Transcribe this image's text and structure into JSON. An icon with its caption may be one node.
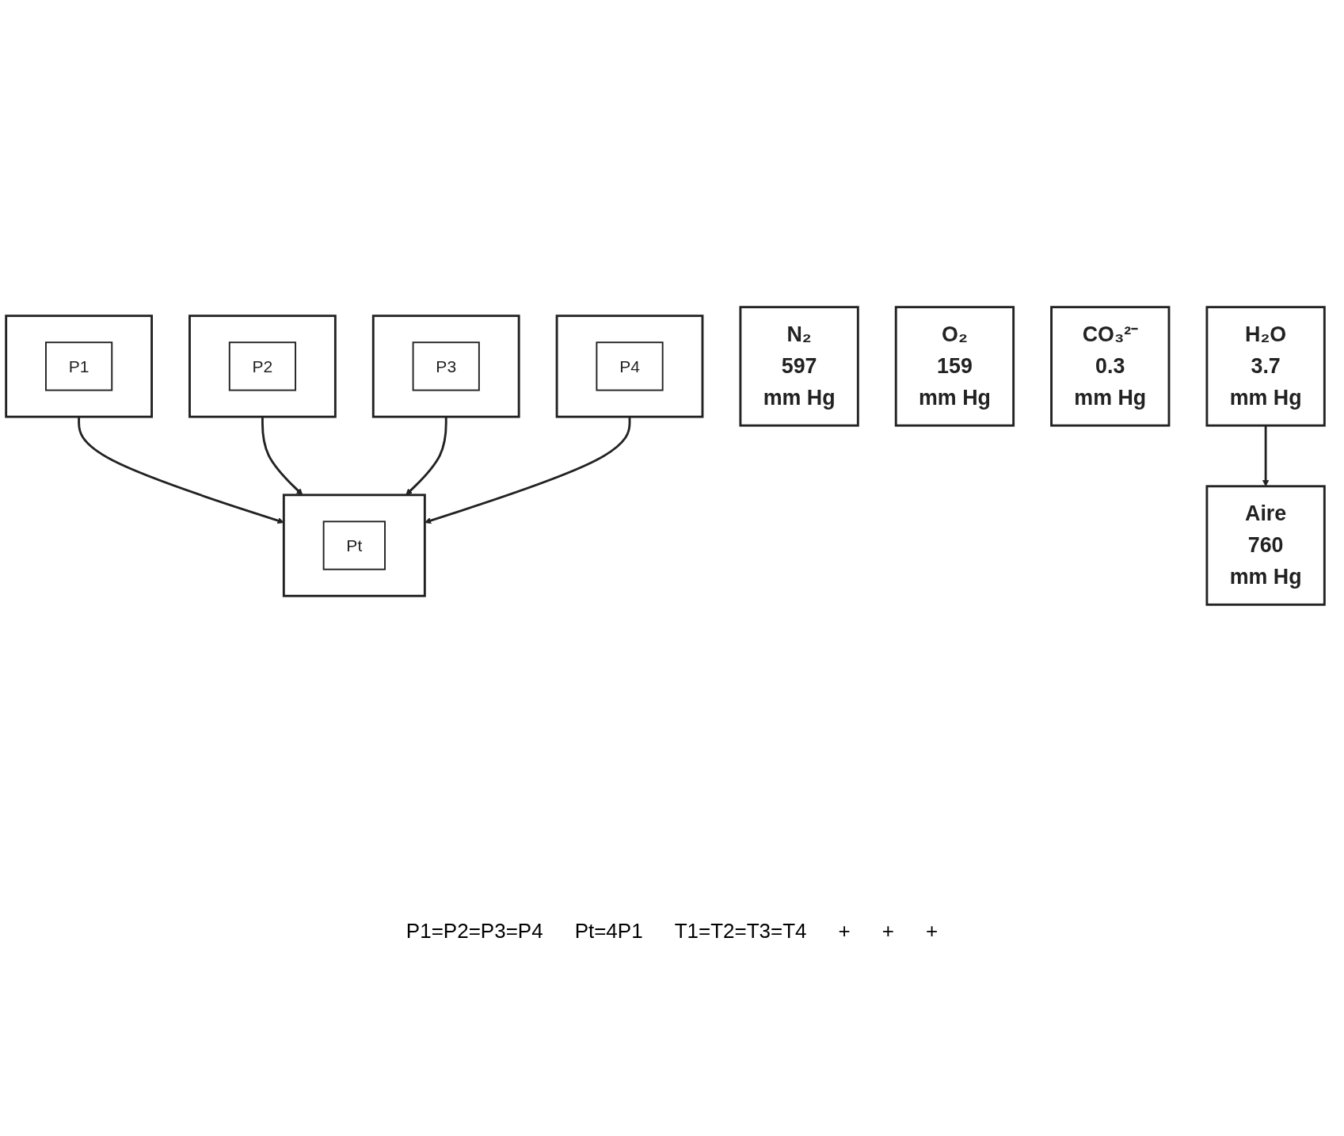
{
  "diagram": {
    "nodes": [
      {
        "text": [],
        "shape": "box"
      },
      {
        "text": [
          "P1"
        ],
        "in": 0
      },
      {
        "text": [],
        "shape": "box"
      },
      {
        "text": [
          "P2"
        ],
        "in": 2
      },
      {
        "text": [],
        "shape": "box"
      },
      {
        "text": [
          "P3"
        ],
        "in": 4
      },
      {
        "text": [],
        "shape": "box"
      },
      {
        "text": [
          "P4"
        ],
        "in": 6
      },
      {
        "text": [],
        "shape": "box"
      },
      {
        "text": [
          "Pt"
        ],
        "in": 8
      },
      {
        "text": [
          "N₂",
          "597",
          "mm Hg"
        ]
      },
      {
        "text": [
          "O₂",
          "159",
          "mm Hg"
        ]
      },
      {
        "text": [
          "CO₃²⁻",
          "0.3",
          "mm Hg"
        ]
      },
      {
        "text": [
          "H₂O",
          "3.7",
          "mm Hg"
        ]
      },
      {
        "text": [
          "Aire",
          "760",
          "mm Hg"
        ]
      }
    ],
    "edges": [
      {
        "from": 0,
        "to": 8,
        "arrow": "to"
      },
      {
        "from": 2,
        "to": 8,
        "arrow": "to"
      },
      {
        "from": 4,
        "to": 8,
        "arrow": "to"
      },
      {
        "from": 6,
        "to": 8,
        "arrow": "to"
      },
      {
        "from": 13,
        "to": 14,
        "arrow": "to"
      }
    ],
    "labels": [
      "P1=P2=P3=P4",
      "Pt=4P1",
      "T1=T2=T3=T4",
      "+",
      "+",
      "+"
    ]
  }
}
